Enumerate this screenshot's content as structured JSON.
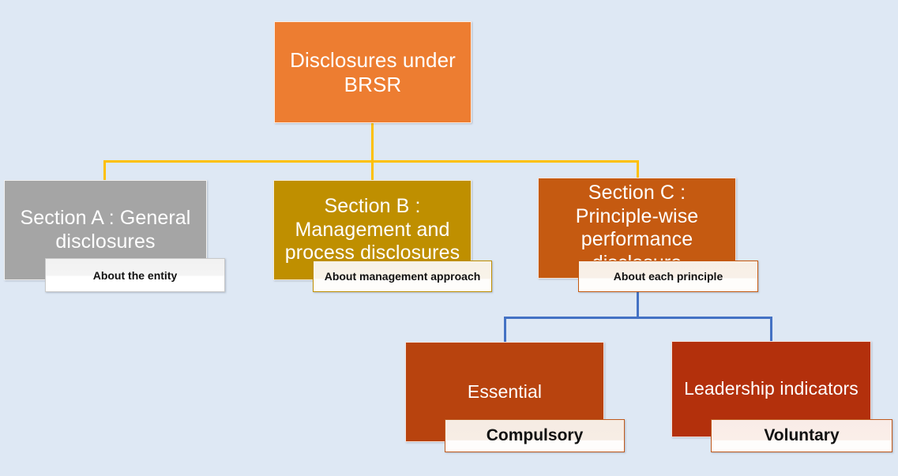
{
  "diagram": {
    "title": "Disclosures under BRSR",
    "background_color": "#DEE8F4",
    "connector_colors": {
      "top_level": "#FFC000",
      "bottom_level": "#4472C4"
    }
  },
  "root": {
    "label": "Disclosures under BRSR",
    "color": "#ED7D31"
  },
  "sections": [
    {
      "label": "Section A : General disclosures",
      "caption": "About the entity",
      "color": "#A5A5A5",
      "caption_border": "#C9C9C9"
    },
    {
      "label": "Section B : Management and process disclosures",
      "caption": "About management approach",
      "color": "#BF8F00",
      "caption_border": "#BF8F00"
    },
    {
      "label": "Section C : Principle-wise performance disclosure",
      "caption": "About each principle",
      "color": "#C55A11",
      "caption_border": "#C55A11"
    }
  ],
  "indicators": [
    {
      "label": "Essential",
      "caption": "Compulsory",
      "color": "#B8430E",
      "caption_border": "#C05A1D"
    },
    {
      "label": "Leadership indicators",
      "caption": "Voluntary",
      "color": "#B3300C",
      "caption_border": "#C05A1D"
    }
  ]
}
